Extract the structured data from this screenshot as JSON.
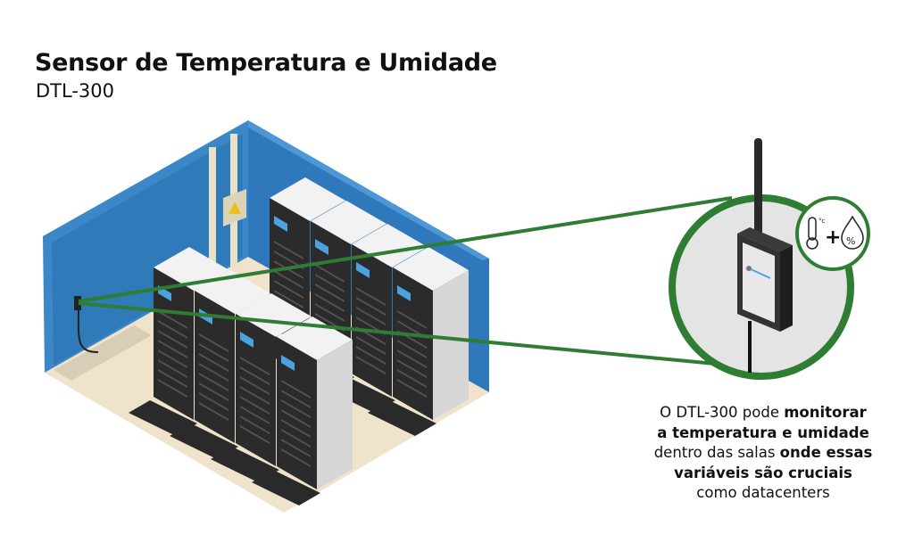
{
  "header": {
    "title": "Sensor de Temperatura e Umidade",
    "subtitle": "DTL-300"
  },
  "description": {
    "line1_regular": "O DTL-300 pode ",
    "line1_bold": "monitorar",
    "line2_bold": "a temperatura e umidade",
    "line3_regular": "dentro das salas ",
    "line3_bold": "onde essas",
    "line4_bold": "variáveis são cruciais",
    "line5_regular": "como datacenters"
  },
  "badge": {
    "temp_unit": "°c",
    "plus": "+",
    "humidity_symbol": "%"
  },
  "colors": {
    "green": "#2e7d32",
    "wall_blue": "#3b87c8",
    "floor": "#efe3cc",
    "rack_dark": "#2b2b2b",
    "screen_blue": "#4aa3e0"
  }
}
